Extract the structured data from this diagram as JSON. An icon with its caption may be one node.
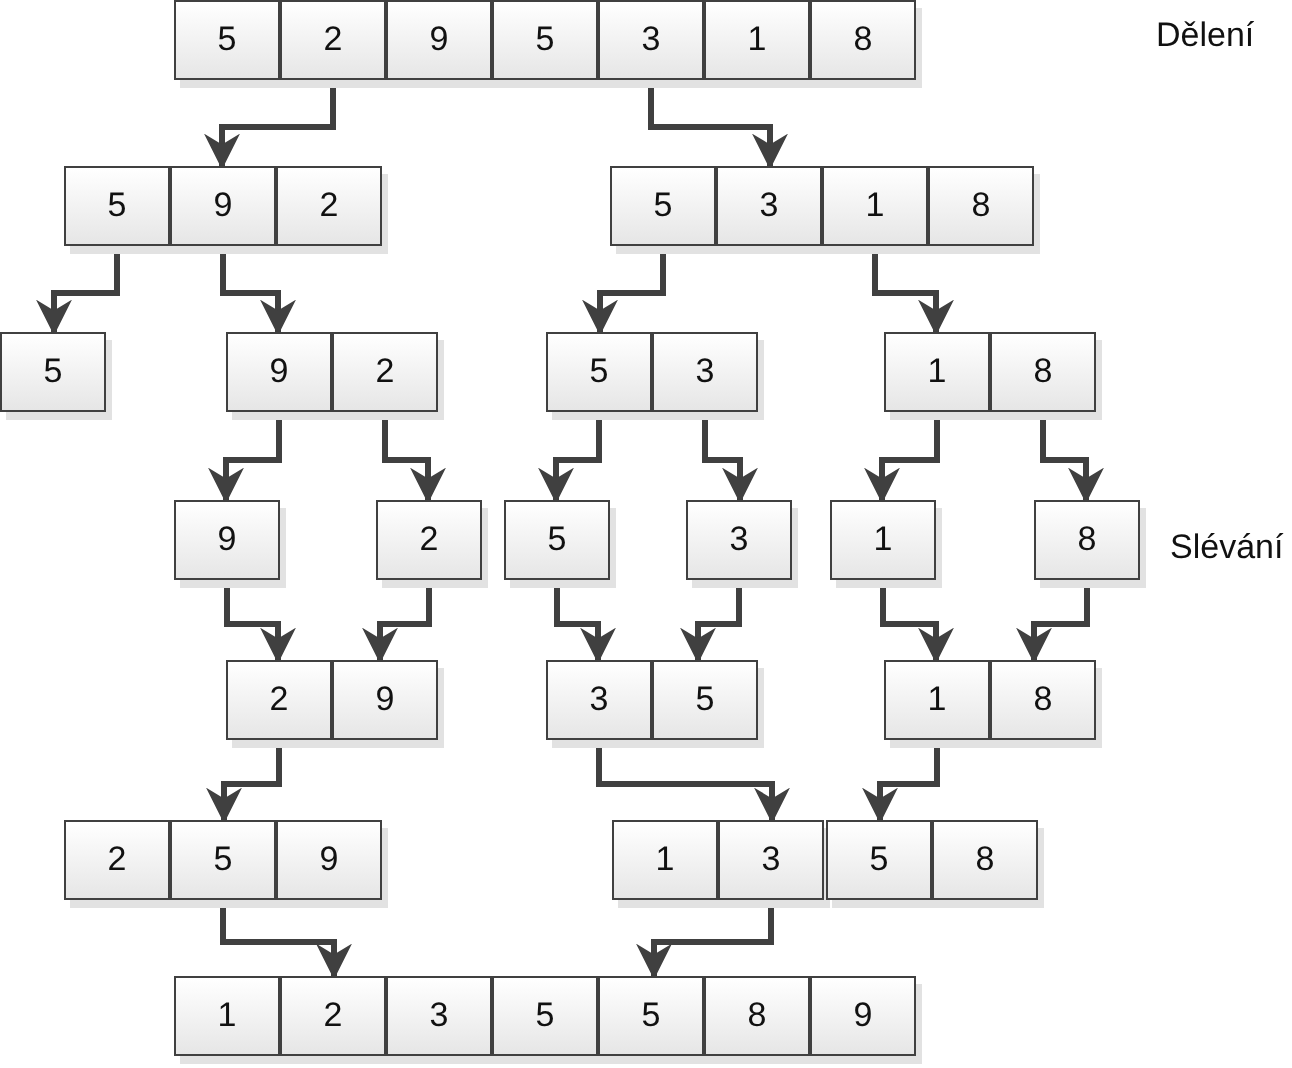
{
  "diagram": {
    "nodes": [
      {
        "text": [
          "5"
        ]
      },
      {
        "text": [
          "2"
        ]
      },
      {
        "text": [
          "9"
        ]
      },
      {
        "text": [
          "5"
        ]
      },
      {
        "text": [
          "3"
        ]
      },
      {
        "text": [
          "1"
        ]
      },
      {
        "text": [
          "8"
        ]
      },
      {
        "text": [
          "5"
        ]
      },
      {
        "text": [
          "9"
        ]
      },
      {
        "text": [
          "2"
        ]
      },
      {
        "text": [
          "5"
        ]
      },
      {
        "text": [
          "3"
        ]
      },
      {
        "text": [
          "1"
        ]
      },
      {
        "text": [
          "8"
        ]
      },
      {
        "text": [
          "5"
        ]
      },
      {
        "text": [
          "9"
        ]
      },
      {
        "text": [
          "2"
        ]
      },
      {
        "text": [
          "5"
        ]
      },
      {
        "text": [
          "3"
        ]
      },
      {
        "text": [
          "1"
        ]
      },
      {
        "text": [
          "8"
        ]
      },
      {
        "text": [
          "9"
        ]
      },
      {
        "text": [
          "2"
        ]
      },
      {
        "text": [
          "5"
        ]
      },
      {
        "text": [
          "3"
        ]
      },
      {
        "text": [
          "1"
        ]
      },
      {
        "text": [
          "8"
        ]
      },
      {
        "text": [
          "2"
        ]
      },
      {
        "text": [
          "9"
        ]
      },
      {
        "text": [
          "3"
        ]
      },
      {
        "text": [
          "5"
        ]
      },
      {
        "text": [
          "1"
        ]
      },
      {
        "text": [
          "8"
        ]
      },
      {
        "text": [
          "2"
        ]
      },
      {
        "text": [
          "5"
        ]
      },
      {
        "text": [
          "9"
        ]
      },
      {
        "text": [
          "1"
        ]
      },
      {
        "text": [
          "3"
        ]
      },
      {
        "text": [
          "5"
        ]
      },
      {
        "text": [
          "8"
        ]
      },
      {
        "text": [
          "1"
        ]
      },
      {
        "text": [
          "2"
        ]
      },
      {
        "text": [
          "3"
        ]
      },
      {
        "text": [
          "5"
        ]
      },
      {
        "text": [
          "5"
        ]
      },
      {
        "text": [
          "8"
        ]
      },
      {
        "text": [
          "9"
        ]
      }
    ],
    "edges": [
      {
        "from": 1,
        "to": 8,
        "arrow": "to"
      },
      {
        "from": 4,
        "to": 11,
        "arrow": "to"
      },
      {
        "from": 7,
        "to": 14,
        "arrow": "to"
      },
      {
        "from": 8,
        "to": 15,
        "arrow": "to"
      },
      {
        "from": 10,
        "to": 17,
        "arrow": "to"
      },
      {
        "from": 12,
        "to": 19,
        "arrow": "to"
      },
      {
        "from": 15,
        "to": 21,
        "arrow": "to"
      },
      {
        "from": 16,
        "to": 22,
        "arrow": "to"
      },
      {
        "from": 17,
        "to": 23,
        "arrow": "to"
      },
      {
        "from": 18,
        "to": 24,
        "arrow": "to"
      },
      {
        "from": 19,
        "to": 25,
        "arrow": "to"
      },
      {
        "from": 20,
        "to": 26,
        "arrow": "to"
      },
      {
        "from": 21,
        "to": 27,
        "arrow": "to"
      },
      {
        "from": 22,
        "to": 28,
        "arrow": "to"
      },
      {
        "from": 23,
        "to": 29,
        "arrow": "to"
      },
      {
        "from": 24,
        "to": 30,
        "arrow": "to"
      },
      {
        "from": 25,
        "to": 31,
        "arrow": "to"
      },
      {
        "from": 26,
        "to": 32,
        "arrow": "to"
      },
      {
        "from": 27,
        "to": 34,
        "arrow": "to"
      },
      {
        "from": 29,
        "to": 37,
        "arrow": "to"
      },
      {
        "from": 31,
        "to": 38,
        "arrow": "to"
      },
      {
        "from": 34,
        "to": 41,
        "arrow": "to"
      },
      {
        "from": 37,
        "to": 44,
        "arrow": "to"
      }
    ],
    "labels": [
      "Dělení",
      "Slévání"
    ]
  }
}
